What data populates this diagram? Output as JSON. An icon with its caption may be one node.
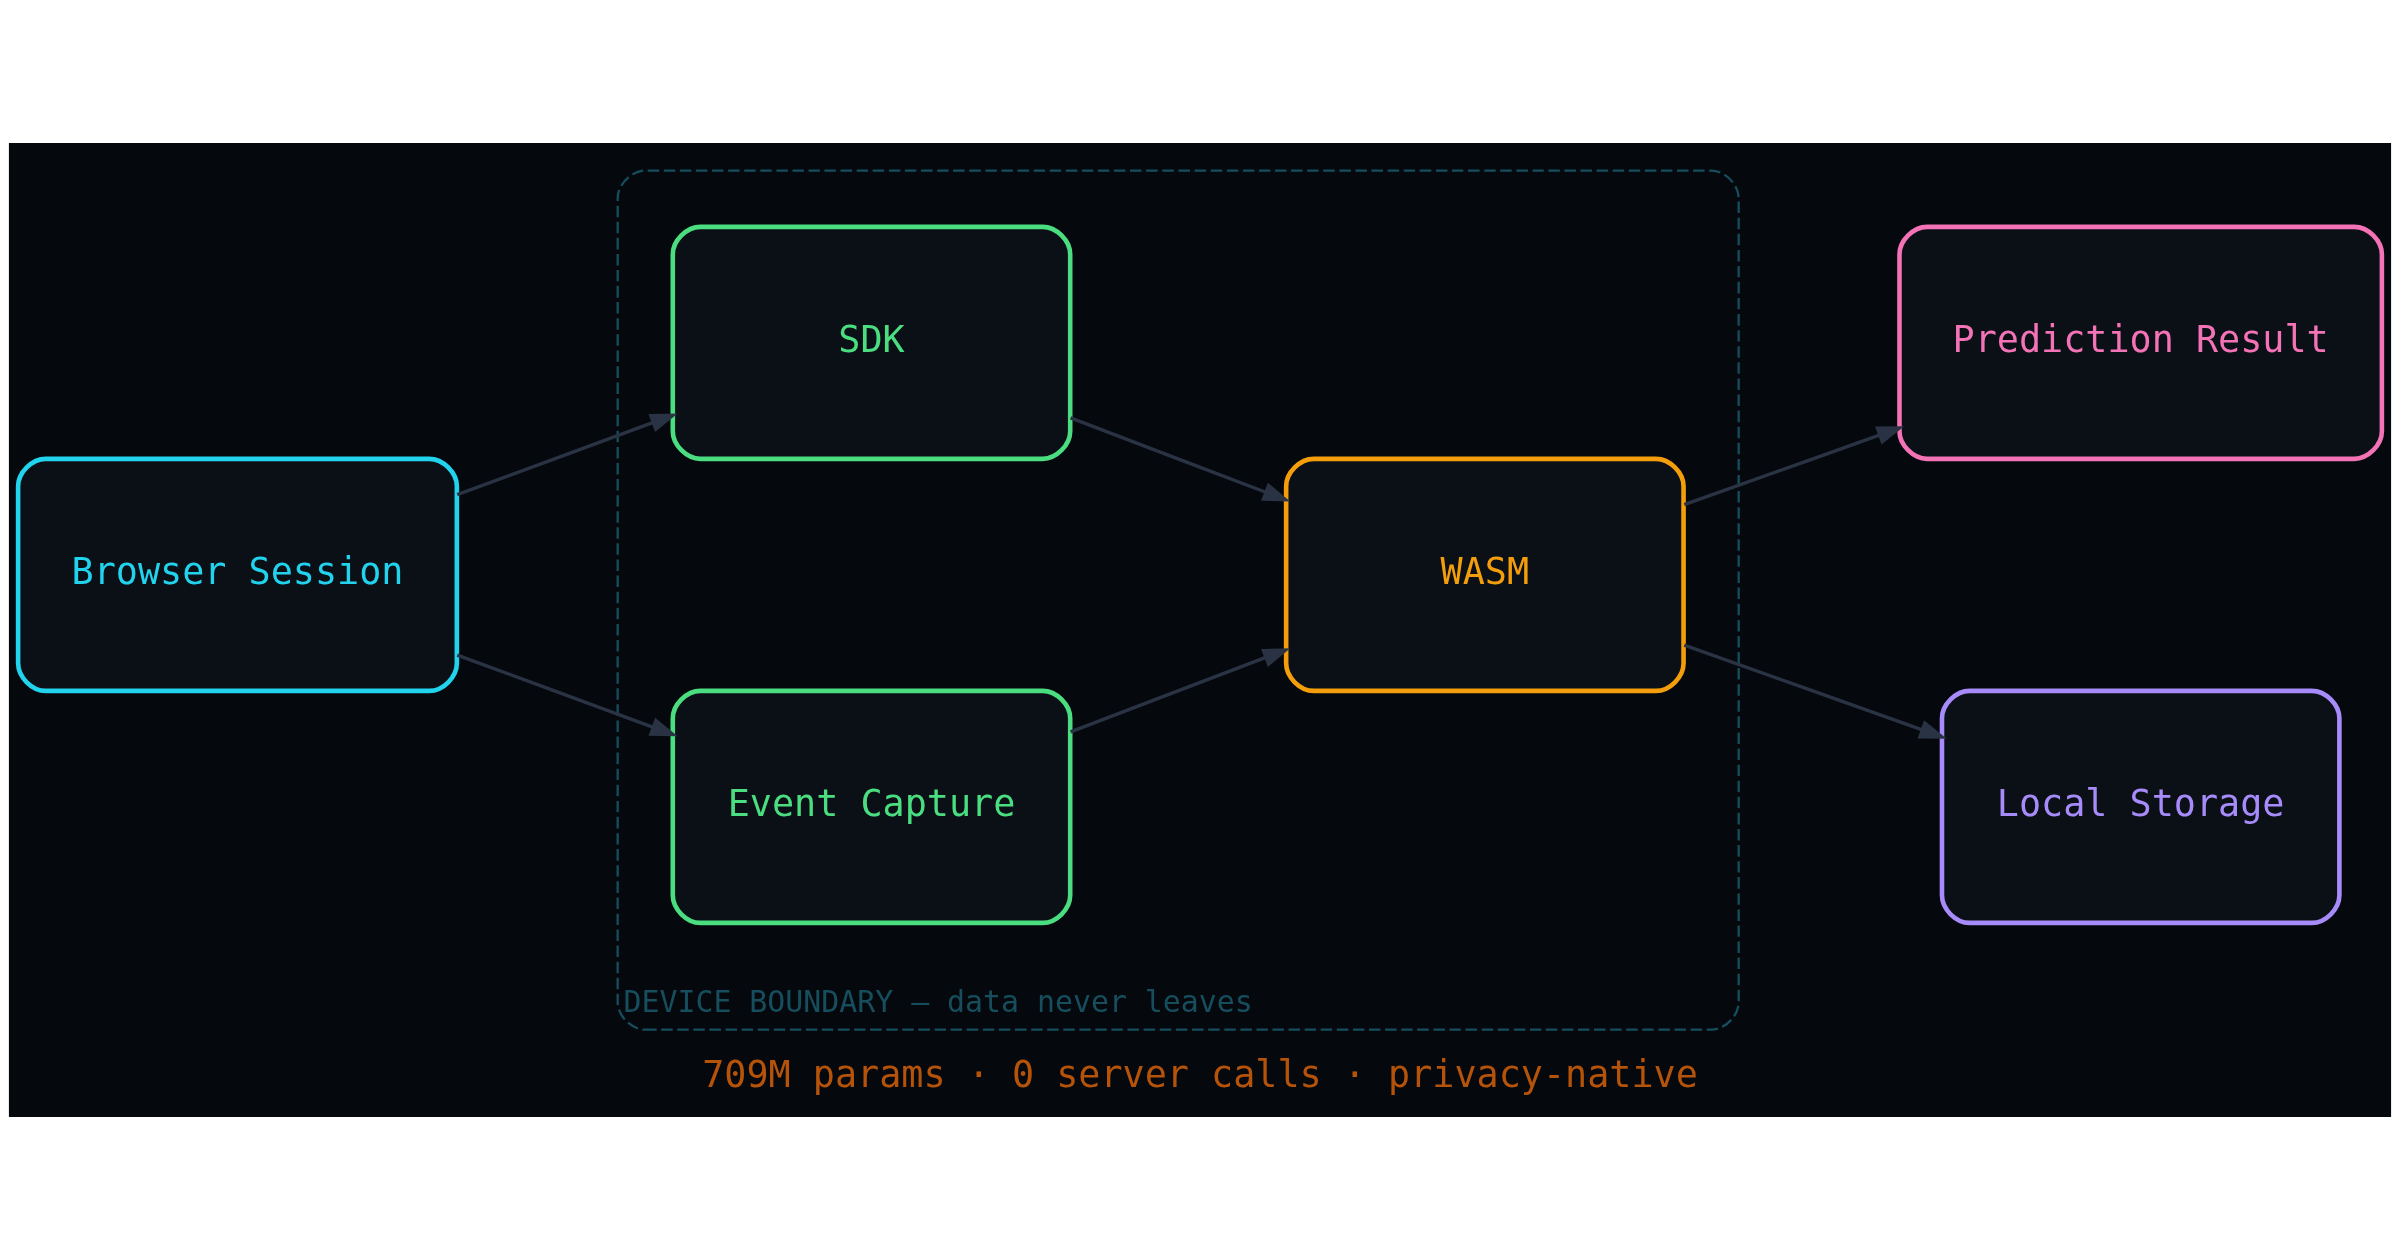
{
  "diagram": {
    "caption": "709M params · 0 server calls · privacy-native",
    "nodes": [
      {
        "text": [
          "Browser Session"
        ]
      },
      {
        "text": [
          "DEVICE BOUNDARY — data never leaves"
        ]
      },
      {
        "text": [
          "SDK"
        ],
        "in": 1
      },
      {
        "text": [
          "Event Capture"
        ],
        "in": 1
      },
      {
        "text": [
          "WASM"
        ],
        "in": 1
      },
      {
        "text": [
          "Prediction Result"
        ]
      },
      {
        "text": [
          "Local Storage"
        ]
      }
    ],
    "edges": [
      {
        "from": 0,
        "to": 2,
        "arrow": "to"
      },
      {
        "from": 0,
        "to": 3,
        "arrow": "to"
      },
      {
        "from": 2,
        "to": 4,
        "arrow": "to"
      },
      {
        "from": 3,
        "to": 4,
        "arrow": "to"
      },
      {
        "from": 4,
        "to": 5,
        "arrow": "to"
      },
      {
        "from": 4,
        "to": 6,
        "arrow": "to"
      }
    ]
  }
}
